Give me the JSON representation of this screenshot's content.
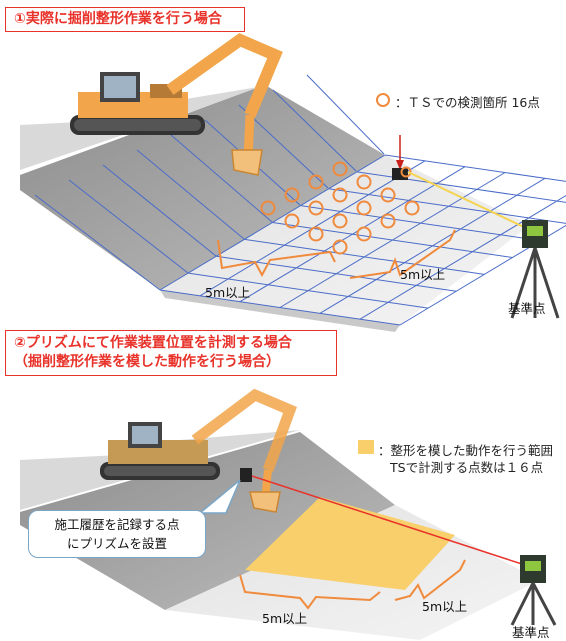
{
  "scenario1": {
    "title": "①実際に掘削整形作業を行う場合",
    "legend_text": "：ＴＳでの検測箇所 16点",
    "dim_left": "5m以上",
    "dim_right": "5m以上",
    "reference_point": "基準点",
    "point_count": 16
  },
  "scenario2": {
    "title_line1": "②プリズムにて作業装置位置を計測する場合",
    "title_line2": "（掘削整形作業を模した動作を行う場合）",
    "legend_line1": "：整形を模した動作を行う範囲",
    "legend_line2": "TSで計測する点数は１６点",
    "callout_line1": "施工履歴を記録する点",
    "callout_line2": "にプリズムを設置",
    "dim_left": "5m以上",
    "dim_right": "5m以上",
    "reference_point": "基準点"
  },
  "colors": {
    "title_red": "#e8322a",
    "circle_orange": "#f08a3c",
    "area_yellow": "#f8cf6a",
    "grid_blue": "#4a6cc8",
    "laser_yellow": "#f5d451",
    "laser_red": "#e8322a"
  }
}
